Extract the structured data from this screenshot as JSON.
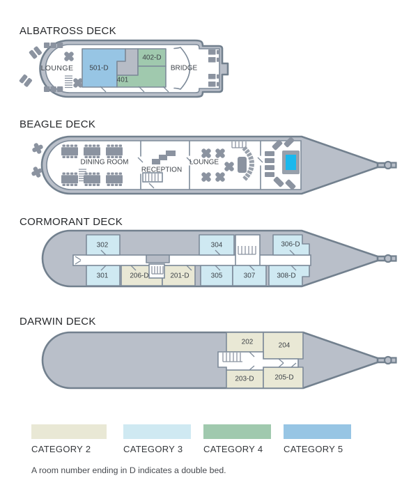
{
  "decks": [
    {
      "title": "ALBATROSS DECK",
      "areas": {
        "lounge": "LOUNGE",
        "bridge": "BRIDGE"
      },
      "cabins": [
        "501-D",
        "401",
        "402-D"
      ]
    },
    {
      "title": "BEAGLE DECK",
      "areas": {
        "dining": "DINING ROOM",
        "reception": "RECEPTION",
        "lounge": "LOUNGE"
      }
    },
    {
      "title": "CORMORANT DECK",
      "cabins": [
        "302",
        "301",
        "206-D",
        "201-D",
        "304",
        "305",
        "307",
        "306-D",
        "308-D"
      ]
    },
    {
      "title": "DARWIN DECK",
      "cabins": [
        "202",
        "204",
        "203-D",
        "205-D"
      ]
    }
  ],
  "legend": {
    "items": [
      {
        "label": "CATEGORY 2",
        "color": "#e9e8d5"
      },
      {
        "label": "CATEGORY 3",
        "color": "#cfe9f2"
      },
      {
        "label": "CATEGORY 4",
        "color": "#a0c9ae"
      },
      {
        "label": "CATEGORY 5",
        "color": "#97c5e4"
      }
    ]
  },
  "note": {
    "text": "A room number ending in D indicates a double bed."
  },
  "colors": {
    "hull_fill": "#b9bfc9",
    "hull_outline": "#72808e",
    "wall": "#7d8a99",
    "furniture": "#8b93a0",
    "pool": "#1ab8ed"
  }
}
